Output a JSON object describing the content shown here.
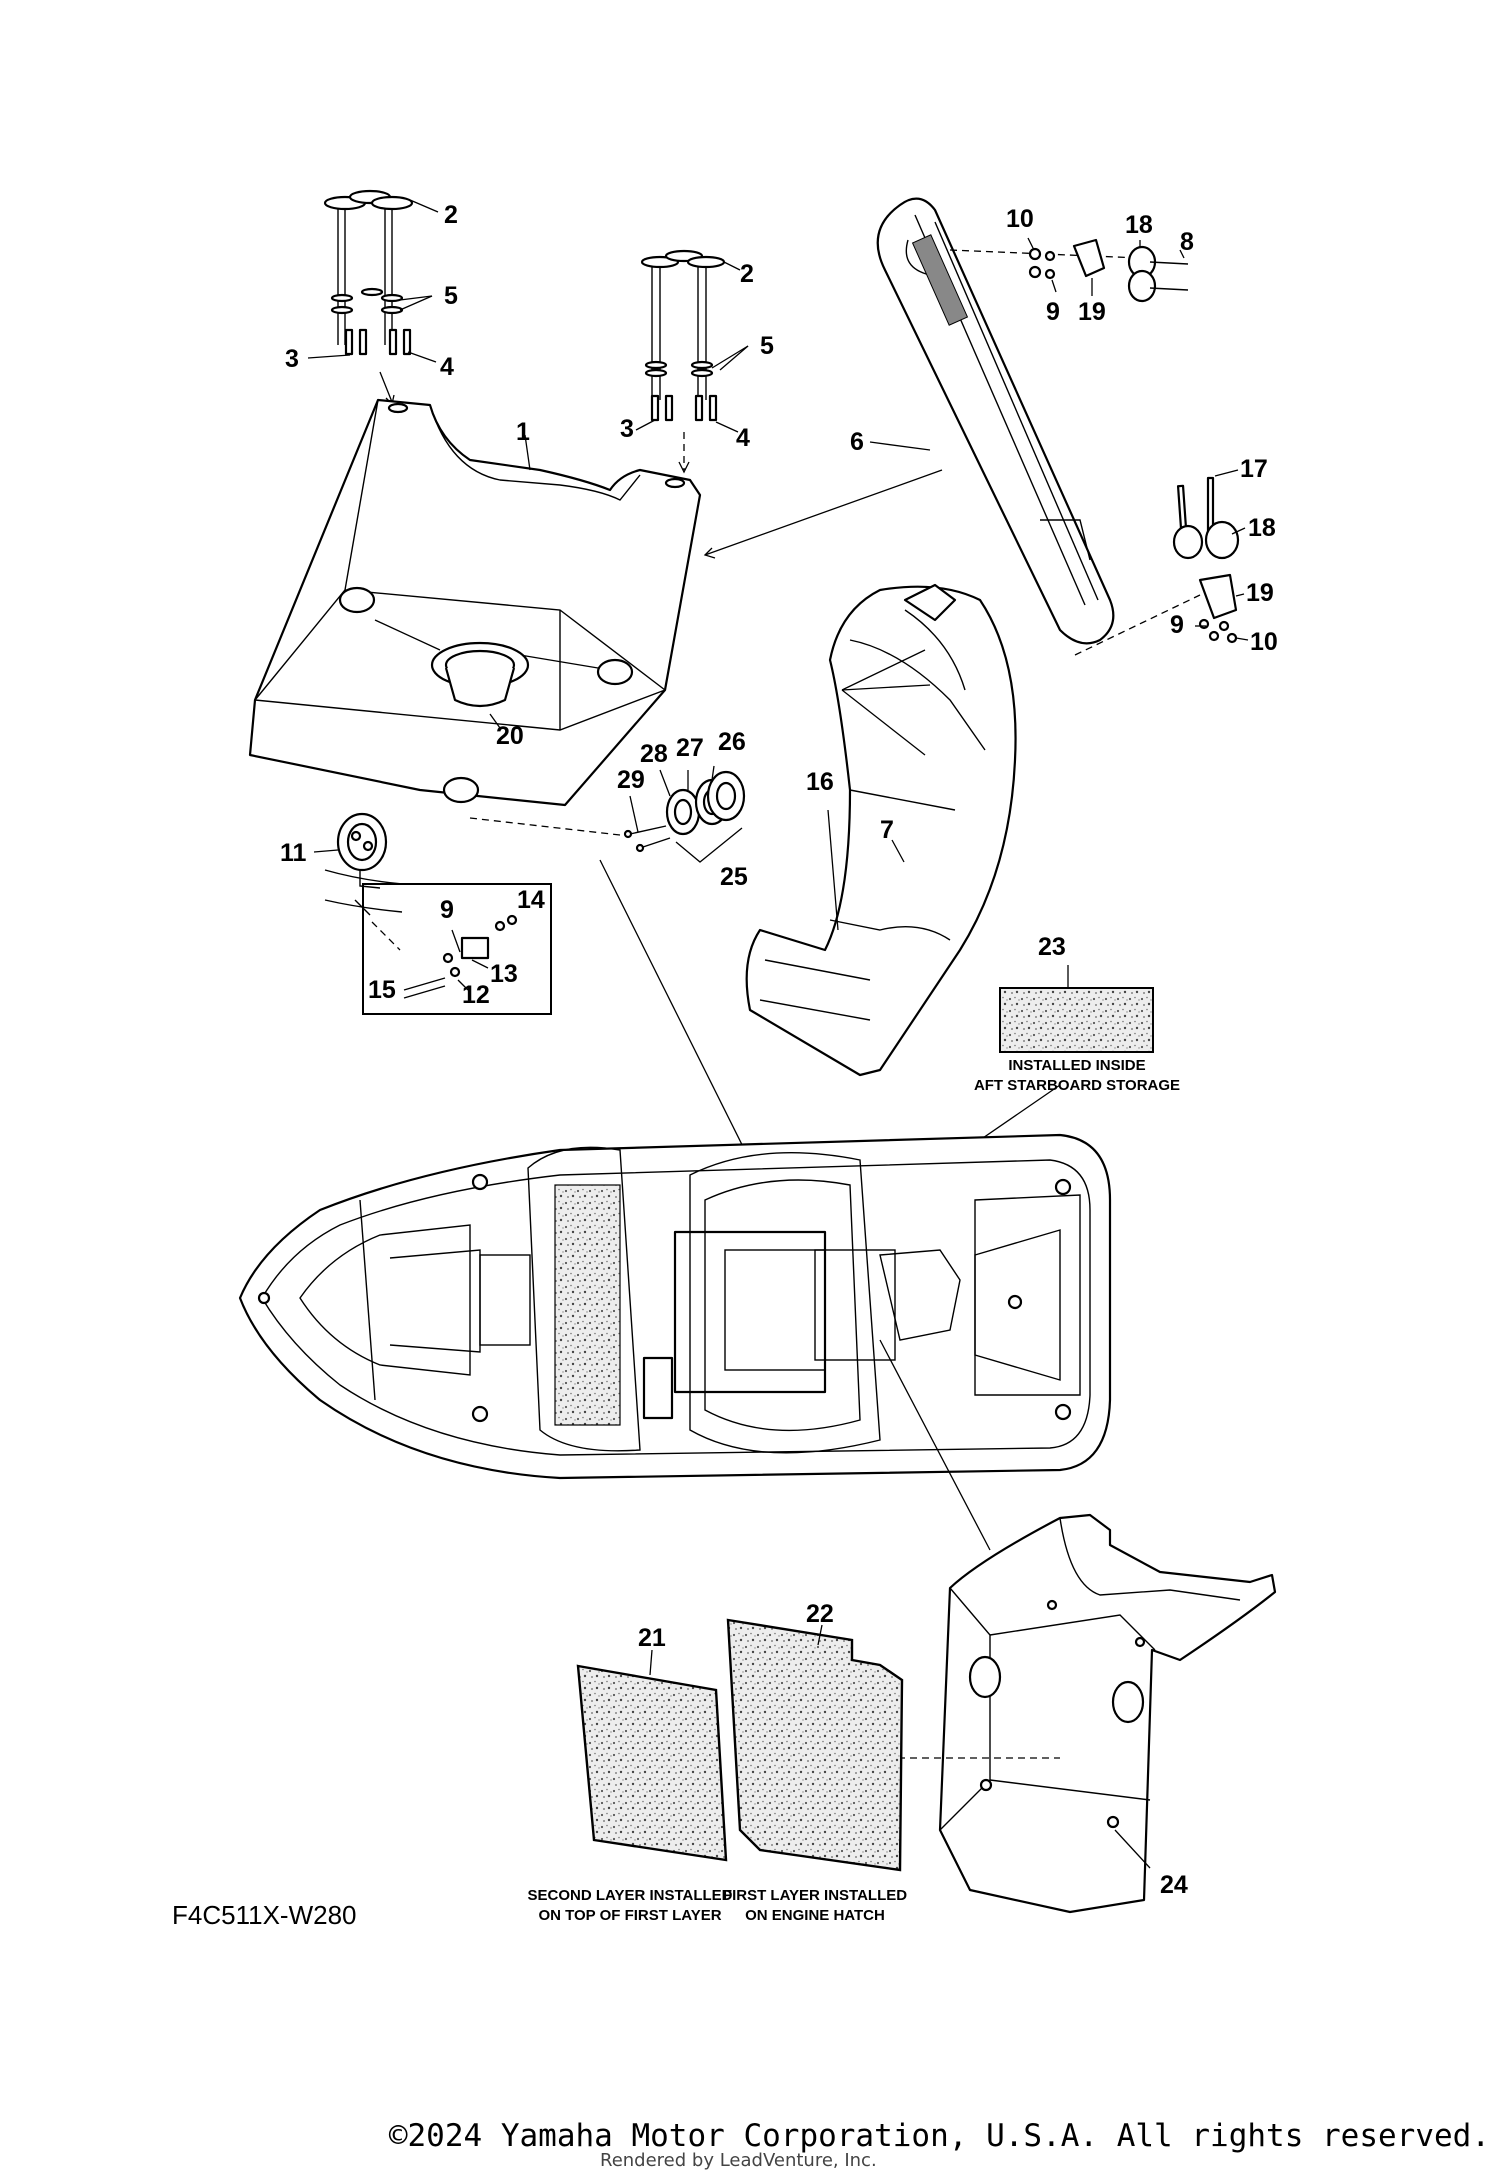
{
  "diagram_code": "F4C511X-W280",
  "copyright": "©2024 Yamaha Motor Corporation, U.S.A. All rights reserved.",
  "rendered_by": "Rendered by LeadVenture, Inc.",
  "callouts": [
    {
      "id": "c2a",
      "text": "2"
    },
    {
      "id": "c5a",
      "text": "5"
    },
    {
      "id": "c3a",
      "text": "3"
    },
    {
      "id": "c4a",
      "text": "4"
    },
    {
      "id": "c2b",
      "text": "2"
    },
    {
      "id": "c5b",
      "text": "5"
    },
    {
      "id": "c3b",
      "text": "3"
    },
    {
      "id": "c4b",
      "text": "4"
    },
    {
      "id": "c1",
      "text": "1"
    },
    {
      "id": "c6",
      "text": "6"
    },
    {
      "id": "c10a",
      "text": "10"
    },
    {
      "id": "c18a",
      "text": "18"
    },
    {
      "id": "c8",
      "text": "8"
    },
    {
      "id": "c9a",
      "text": "9"
    },
    {
      "id": "c19a",
      "text": "19"
    },
    {
      "id": "c17",
      "text": "17"
    },
    {
      "id": "c18b",
      "text": "18"
    },
    {
      "id": "c19b",
      "text": "19"
    },
    {
      "id": "c9b",
      "text": "9"
    },
    {
      "id": "c10b",
      "text": "10"
    },
    {
      "id": "c20",
      "text": "20"
    },
    {
      "id": "c28",
      "text": "28"
    },
    {
      "id": "c27",
      "text": "27"
    },
    {
      "id": "c26",
      "text": "26"
    },
    {
      "id": "c29",
      "text": "29"
    },
    {
      "id": "c25",
      "text": "25"
    },
    {
      "id": "c16",
      "text": "16"
    },
    {
      "id": "c7",
      "text": "7"
    },
    {
      "id": "c11",
      "text": "11"
    },
    {
      "id": "c9c",
      "text": "9"
    },
    {
      "id": "c14",
      "text": "14"
    },
    {
      "id": "c13",
      "text": "13"
    },
    {
      "id": "c15",
      "text": "15"
    },
    {
      "id": "c12",
      "text": "12"
    },
    {
      "id": "c23",
      "text": "23"
    },
    {
      "id": "c21",
      "text": "21"
    },
    {
      "id": "c22",
      "text": "22"
    },
    {
      "id": "c24",
      "text": "24"
    }
  ],
  "notes": {
    "n23_line1": "INSTALLED INSIDE",
    "n23_line2": "AFT STARBOARD STORAGE",
    "n21_line1": "SECOND LAYER INSTALLED",
    "n21_line2": "ON TOP OF FIRST LAYER",
    "n22_line1": "FIRST LAYER INSTALLED",
    "n22_line2": "ON ENGINE HATCH"
  }
}
